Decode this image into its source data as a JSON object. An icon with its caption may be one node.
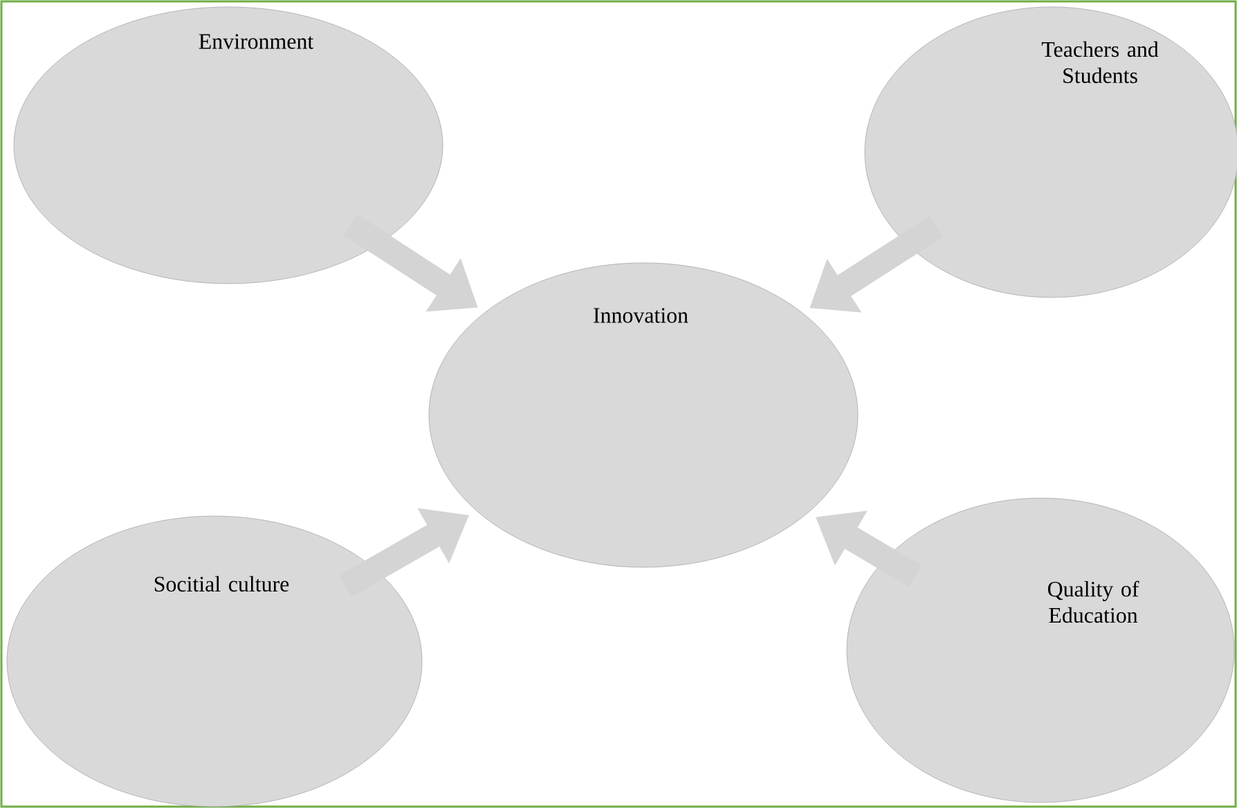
{
  "diagram": {
    "nodes": [
      {
        "text": [
          "Environment"
        ]
      },
      {
        "text": [
          "Teachers and Students"
        ]
      },
      {
        "text": [
          "Innovation"
        ]
      },
      {
        "text": [
          "Socitial  culture"
        ]
      },
      {
        "text": [
          "Quality of Education"
        ]
      }
    ],
    "edges": [
      {
        "from": 0,
        "to": 2,
        "arrow": "to"
      },
      {
        "from": 1,
        "to": 2,
        "arrow": "to"
      },
      {
        "from": 3,
        "to": 2,
        "arrow": "to"
      },
      {
        "from": 4,
        "to": 2,
        "arrow": "to"
      }
    ]
  }
}
